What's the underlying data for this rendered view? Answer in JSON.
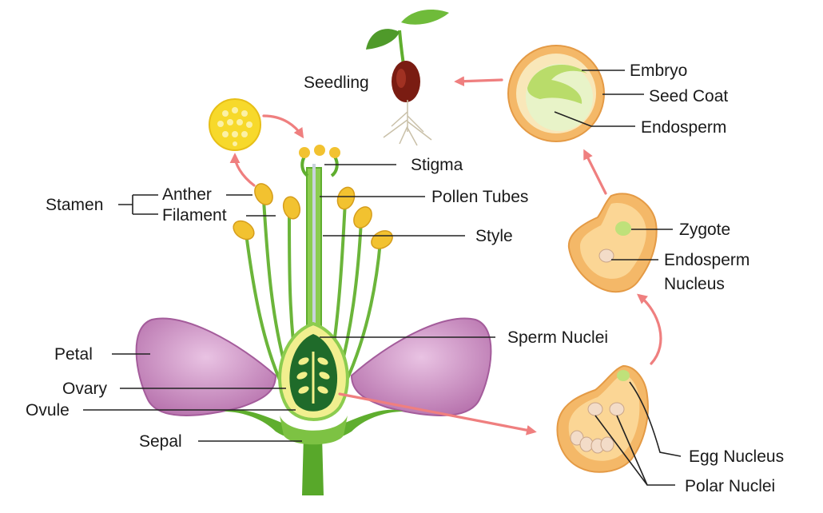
{
  "labels": {
    "seedling": "Seedling",
    "embryo": "Embryo",
    "seed_coat": "Seed Coat",
    "endosperm": "Endosperm",
    "stigma": "Stigma",
    "pollen_tubes": "Pollen Tubes",
    "style": "Style",
    "stamen": "Stamen",
    "anther": "Anther",
    "filament": "Filament",
    "zygote": "Zygote",
    "endosperm_nucleus_1": "Endosperm",
    "endosperm_nucleus_2": "Nucleus",
    "sperm_nuclei": "Sperm Nuclei",
    "petal": "Petal",
    "ovary": "Ovary",
    "ovule": "Ovule",
    "sepal": "Sepal",
    "egg_nucleus": "Egg Nucleus",
    "polar_nuclei": "Polar Nuclei"
  },
  "colors": {
    "arrow": "#ef7f7f",
    "petal": "#c889c0",
    "stem": "#5fae2e",
    "anther": "#f2c230",
    "seed_coat": "#f4b868",
    "ovule_body": "#f4b868",
    "ovary_dark": "#1f6b2a"
  }
}
